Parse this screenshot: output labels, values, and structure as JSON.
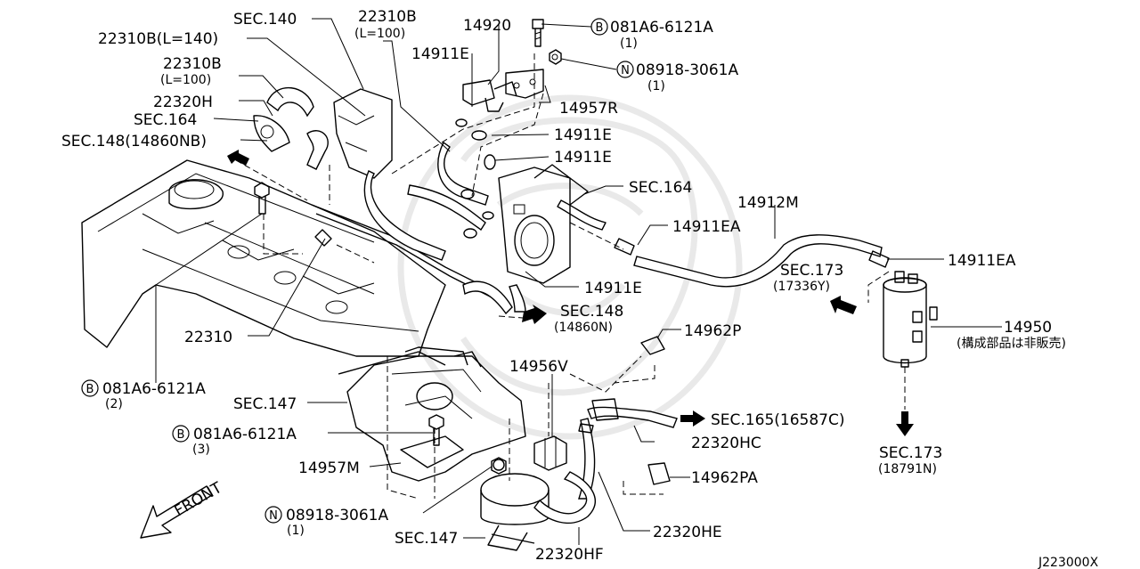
{
  "labels": {
    "sec140": "SEC.140",
    "l22310b_100_top": "22310B",
    "l22310b_100_top_sub": "(L=100)",
    "l14920": "14920",
    "bolt_top_code": "081A6-6121A",
    "bolt_top_qty": "(1)",
    "l22310b_140": "22310B(L=140)",
    "l14911e_a": "14911E",
    "nut_top_code": "08918-3061A",
    "nut_top_qty": "(1)",
    "l22310b_100_mid": "22310B",
    "l22310b_100_mid_sub": "(L=100)",
    "l22320h": "22320H",
    "l14957r": "14957R",
    "sec164_left": "SEC.164",
    "l14911e_b": "14911E",
    "sec148_top": "SEC.148(14860NB)",
    "l14911e_c": "14911E",
    "sec164_right": "SEC.164",
    "l14912m": "14912M",
    "l14911ea_a": "14911EA",
    "l14911ea_b": "14911EA",
    "sec173_upper": "SEC.173",
    "sec173_upper_sub": "(17336Y)",
    "l14911e_d": "14911E",
    "sec148_mid": "SEC.148",
    "sec148_mid_sub": "(14860N)",
    "l14950": "14950",
    "l14950_note": "(構成部品は非販売)",
    "l22310": "22310",
    "l14962p": "14962P",
    "l14956v": "14956V",
    "bolt_left_code": "081A6-6121A",
    "bolt_left_qty": "(2)",
    "sec147_upper": "SEC.147",
    "sec165": "SEC.165(16587C)",
    "bolt_mid_code": "081A6-6121A",
    "bolt_mid_qty": "(3)",
    "l22320hc": "22320HC",
    "sec173_lower": "SEC.173",
    "sec173_lower_sub": "(18791N)",
    "l14957m": "14957M",
    "l14962pa": "14962PA",
    "front": "FRONT",
    "nut_bottom_code": "08918-3061A",
    "nut_bottom_qty": "(1)",
    "l22320he": "22320HE",
    "sec147_lower": "SEC.147",
    "l22320hf": "22320HF",
    "diagram_id": "J223000X"
  },
  "symbols": {
    "bolt": "B",
    "nut": "N"
  }
}
